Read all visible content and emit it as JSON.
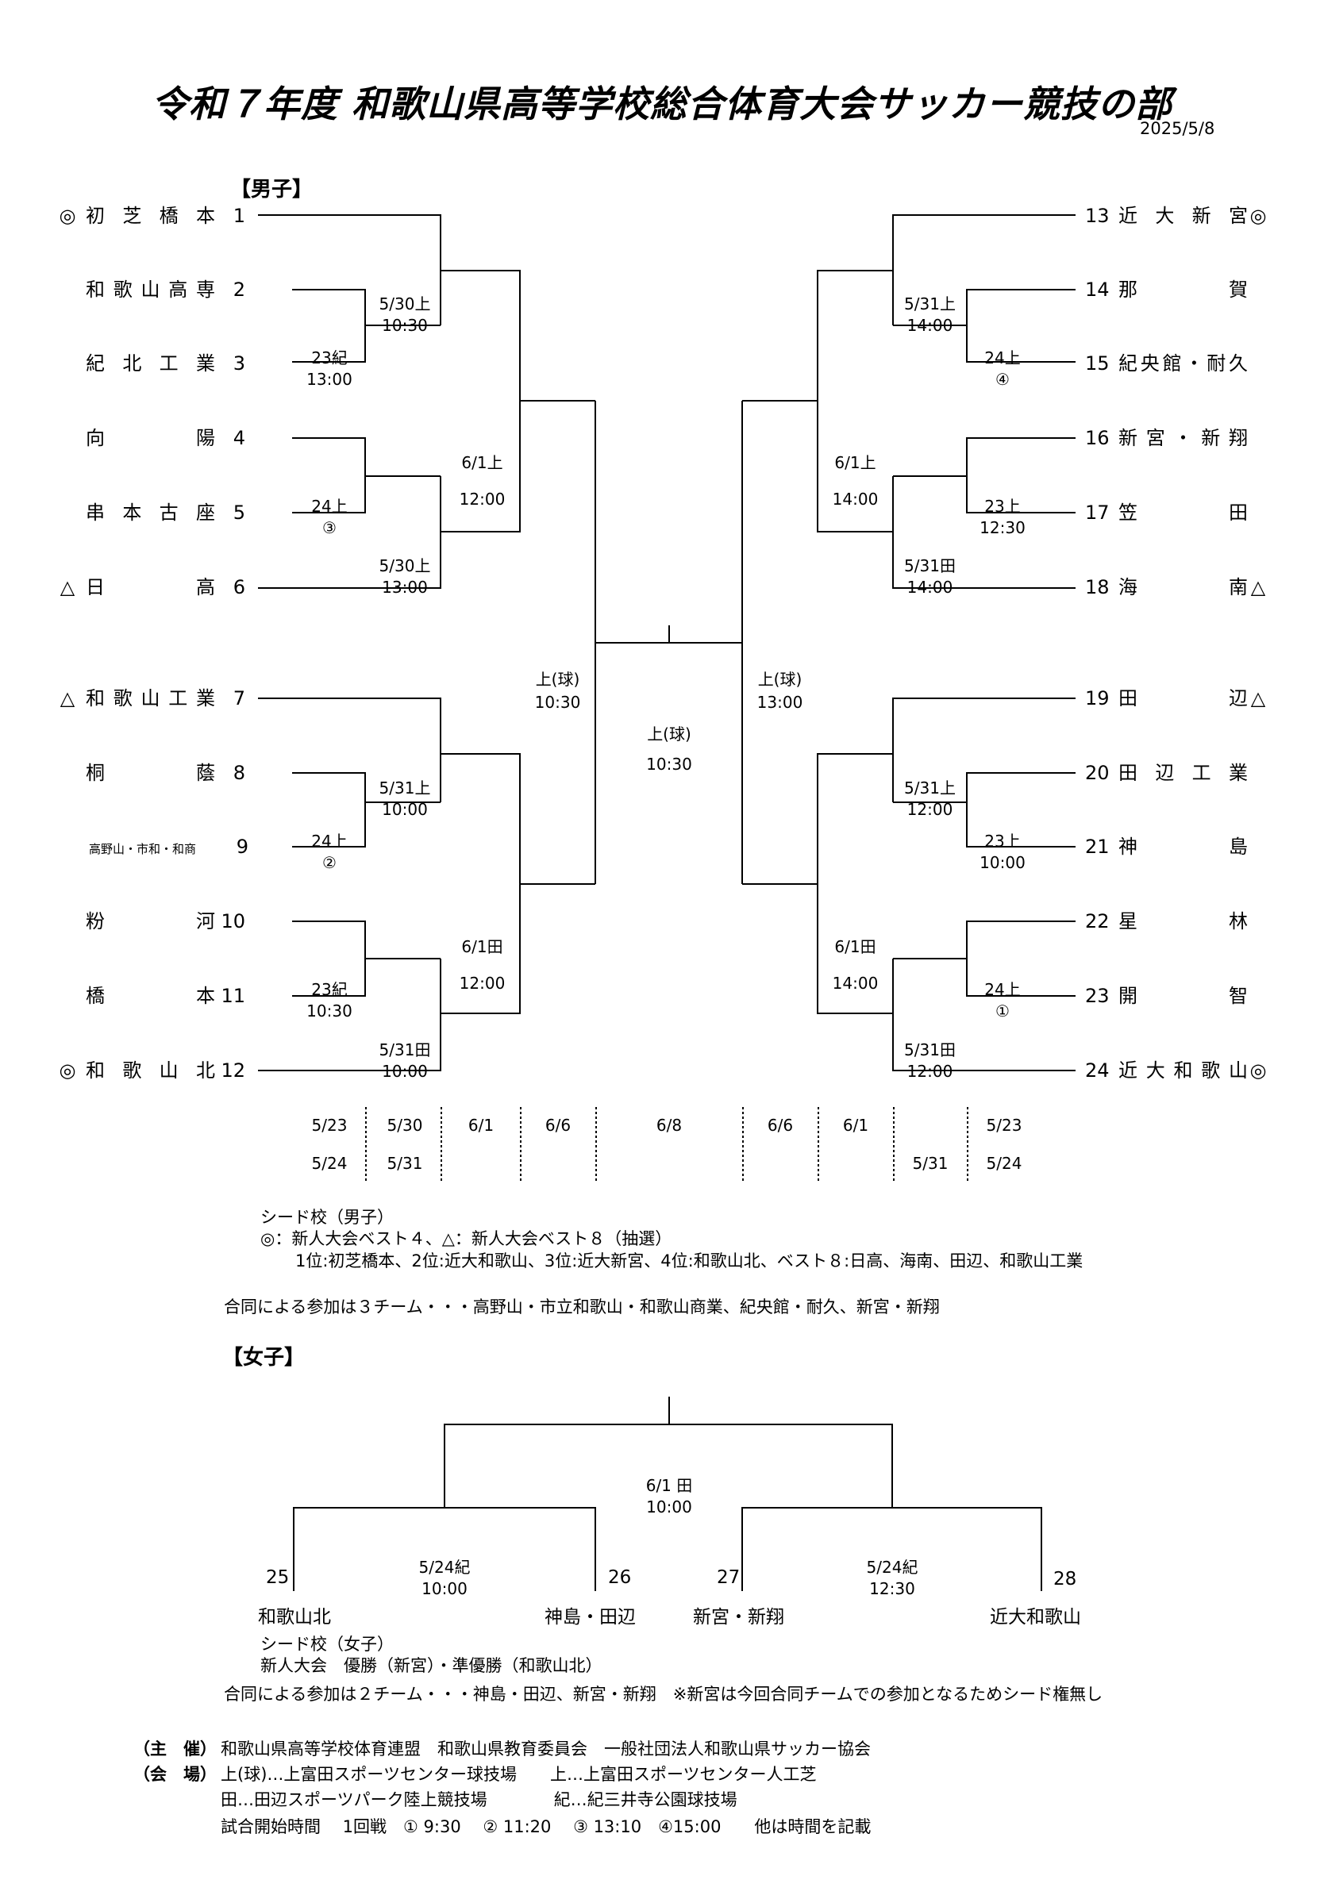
{
  "title": "令和７年度 和歌山県高等学校総合体育大会サッカー競技の部",
  "date": "2025/5/8",
  "boys": {
    "heading": "【男子】",
    "left_teams": [
      {
        "mark": "◎",
        "name": "初芝橋本",
        "num": "1"
      },
      {
        "mark": "",
        "name": "和歌山高専",
        "num": "2"
      },
      {
        "mark": "",
        "name": "紀北工業",
        "num": "3"
      },
      {
        "mark": "",
        "name": "向陽",
        "num": "4"
      },
      {
        "mark": "",
        "name": "串本古座",
        "num": "5"
      },
      {
        "mark": "△",
        "name": "日高",
        "num": "6"
      },
      {
        "mark": "△",
        "name": "和歌山工業",
        "num": "7"
      },
      {
        "mark": "",
        "name": "桐蔭",
        "num": "8"
      },
      {
        "mark": "",
        "name": "高野山・市和・和商",
        "num": "9"
      },
      {
        "mark": "",
        "name": "粉河",
        "num": "10"
      },
      {
        "mark": "",
        "name": "橋本",
        "num": "11"
      },
      {
        "mark": "◎",
        "name": "和歌山北",
        "num": "12"
      }
    ],
    "right_teams": [
      {
        "num": "13",
        "name": "近大新宮",
        "mark": "◎"
      },
      {
        "num": "14",
        "name": "那賀",
        "mark": ""
      },
      {
        "num": "15",
        "name": "紀央館・耐久",
        "mark": ""
      },
      {
        "num": "16",
        "name": "新宮・新翔",
        "mark": ""
      },
      {
        "num": "17",
        "name": "笠田",
        "mark": ""
      },
      {
        "num": "18",
        "name": "海南",
        "mark": "△"
      },
      {
        "num": "19",
        "name": "田辺",
        "mark": "△"
      },
      {
        "num": "20",
        "name": "田辺工業",
        "mark": ""
      },
      {
        "num": "21",
        "name": "神島",
        "mark": ""
      },
      {
        "num": "22",
        "name": "星林",
        "mark": ""
      },
      {
        "num": "23",
        "name": "開智",
        "mark": ""
      },
      {
        "num": "24",
        "name": "近大和歌山",
        "mark": "◎"
      }
    ],
    "matches": {
      "m_2_3": [
        "23紀",
        "13:00"
      ],
      "m_4_5": [
        "24上",
        "③"
      ],
      "m_8_9": [
        "24上",
        "②"
      ],
      "m_10_11": [
        "23紀",
        "10:30"
      ],
      "m_1": [
        "5/30上",
        "10:30"
      ],
      "m_6": [
        "5/30上",
        "13:00"
      ],
      "m_7": [
        "5/31上",
        "10:00"
      ],
      "m_12": [
        "5/31田",
        "10:00"
      ],
      "qf_l1": [
        "6/1上",
        "12:00"
      ],
      "qf_l2": [
        "6/1田",
        "12:00"
      ],
      "sf_l": [
        "上(球)",
        "10:30"
      ],
      "final": [
        "上(球)",
        "10:30"
      ],
      "sf_r": [
        "上(球)",
        "13:00"
      ],
      "qf_r1": [
        "6/1上",
        "14:00"
      ],
      "qf_r2": [
        "6/1田",
        "14:00"
      ],
      "m_13": [
        "5/31上",
        "14:00"
      ],
      "m_18": [
        "5/31田",
        "14:00"
      ],
      "m_19": [
        "5/31上",
        "12:00"
      ],
      "m_24": [
        "5/31田",
        "12:00"
      ],
      "m_14_15": [
        "24上",
        "④"
      ],
      "m_16_17": [
        "23上",
        "12:30"
      ],
      "m_20_21": [
        "23上",
        "10:00"
      ],
      "m_22_23": [
        "24上",
        "①"
      ]
    },
    "columns": [
      [
        "5/23",
        "5/24"
      ],
      [
        "5/30",
        "5/31"
      ],
      [
        "6/1",
        ""
      ],
      [
        "6/6",
        ""
      ],
      [
        "6/8",
        ""
      ],
      [
        "6/6",
        ""
      ],
      [
        "6/1",
        ""
      ],
      [
        "",
        "5/31"
      ],
      [
        "5/23",
        "5/24"
      ]
    ],
    "seed_title": "シード校（男子）",
    "seed_line1": "◎：新人大会ベスト４、△：新人大会ベスト８（抽選）",
    "seed_line2": "1位:初芝橋本、2位:近大和歌山、3位:近大新宮、4位:和歌山北、ベスト８:日高、海南、田辺、和歌山工業",
    "joint": "合同による参加は３チーム・・・高野山・市立和歌山・和歌山商業、紀央館・耐久、新宮・新翔"
  },
  "girls": {
    "heading": "【女子】",
    "final": [
      "6/1 田",
      "10:00"
    ],
    "semi_left": [
      "5/24紀",
      "10:00"
    ],
    "semi_right": [
      "5/24紀",
      "12:30"
    ],
    "teams": [
      {
        "num": "25",
        "name": "和歌山北"
      },
      {
        "num": "26",
        "name": "神島・田辺"
      },
      {
        "num": "27",
        "name": "新宮・新翔"
      },
      {
        "num": "28",
        "name": "近大和歌山"
      }
    ],
    "seed_title": "シード校（女子）",
    "seed_line1": "新人大会　優勝（新宮）・準優勝（和歌山北）",
    "joint": "合同による参加は２チーム・・・神島・田辺、新宮・新翔　※新宮は今回合同チームでの参加となるためシード権無し"
  },
  "footer": {
    "host_label": "（主　催）",
    "host": "和歌山県高等学校体育連盟　和歌山県教育委員会　一般社団法人和歌山県サッカー協会",
    "venue_label": "（会　場）",
    "venue1": "上(球)…上富田スポーツセンター球技場　　上…上富田スポーツセンター人工芝",
    "venue2": "田…田辺スポーツパーク陸上競技場　　　　紀…紀三井寺公園球技場",
    "times": "試合開始時間　 1回戦　① 9:30　 ② 11:20　 ③ 13:10　④15:00　　他は時間を記載"
  }
}
